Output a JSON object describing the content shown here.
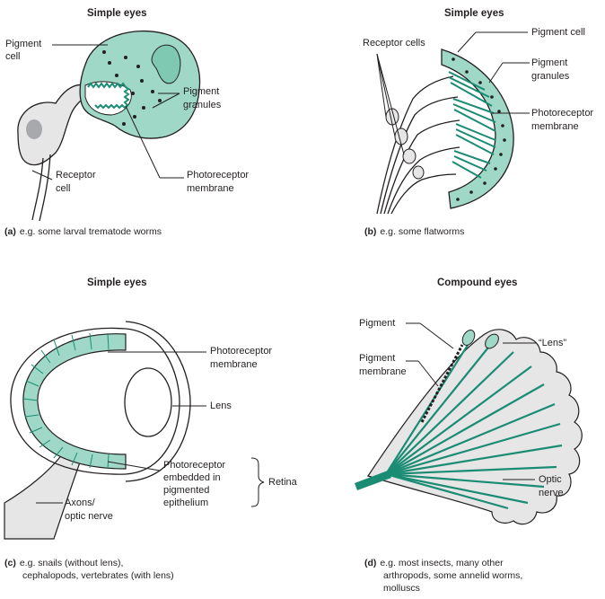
{
  "panels": {
    "a": {
      "title": "Simple eyes",
      "letter": "(a)",
      "caption": "e.g. some larval trematode worms",
      "labels": {
        "pigment_cell_1": "Pigment",
        "pigment_cell_2": "cell",
        "pigment_granules_1": "Pigment",
        "pigment_granules_2": "granules",
        "receptor_cell_1": "Receptor",
        "receptor_cell_2": "cell",
        "photoreceptor_1": "Photoreceptor",
        "photoreceptor_2": "membrane"
      }
    },
    "b": {
      "title": "Simple eyes",
      "letter": "(b)",
      "caption": "e.g. some flatworms",
      "labels": {
        "receptor_cells": "Receptor cells",
        "pigment_cell": "Pigment cell",
        "pigment_granules_1": "Pigment",
        "pigment_granules_2": "granules",
        "photoreceptor_1": "Photoreceptor",
        "photoreceptor_2": "membrane"
      }
    },
    "c": {
      "title": "Simple eyes",
      "letter": "(c)",
      "caption_1": "e.g. snails (without lens),",
      "caption_2": "cephalopods, vertebrates (with lens)",
      "labels": {
        "photoreceptor_1": "Photoreceptor",
        "photoreceptor_2": "membrane",
        "lens": "Lens",
        "embedded_1": "Photoreceptor",
        "embedded_2": "embedded in",
        "embedded_3": "pigmented",
        "embedded_4": "epithelium",
        "retina": "Retina",
        "axons_1": "Axons/",
        "axons_2": "optic nerve"
      }
    },
    "d": {
      "title": "Compound eyes",
      "letter": "(d)",
      "caption_1": "e.g. most insects, many other",
      "caption_2": "arthropods, some annelid worms,",
      "caption_3": "molluscs",
      "labels": {
        "pigment": "Pigment",
        "pigment_membrane_1": "Pigment",
        "pigment_membrane_2": "membrane",
        "lens": "“Lens”",
        "optic_1": "Optic",
        "optic_2": "nerve"
      }
    }
  },
  "colors": {
    "teal_fill": "#9fd8c7",
    "teal_dark": "#1b8c74",
    "grey_fill": "#e6e6e7",
    "grey_dark": "#a7a9ac",
    "line": "#231f20"
  }
}
